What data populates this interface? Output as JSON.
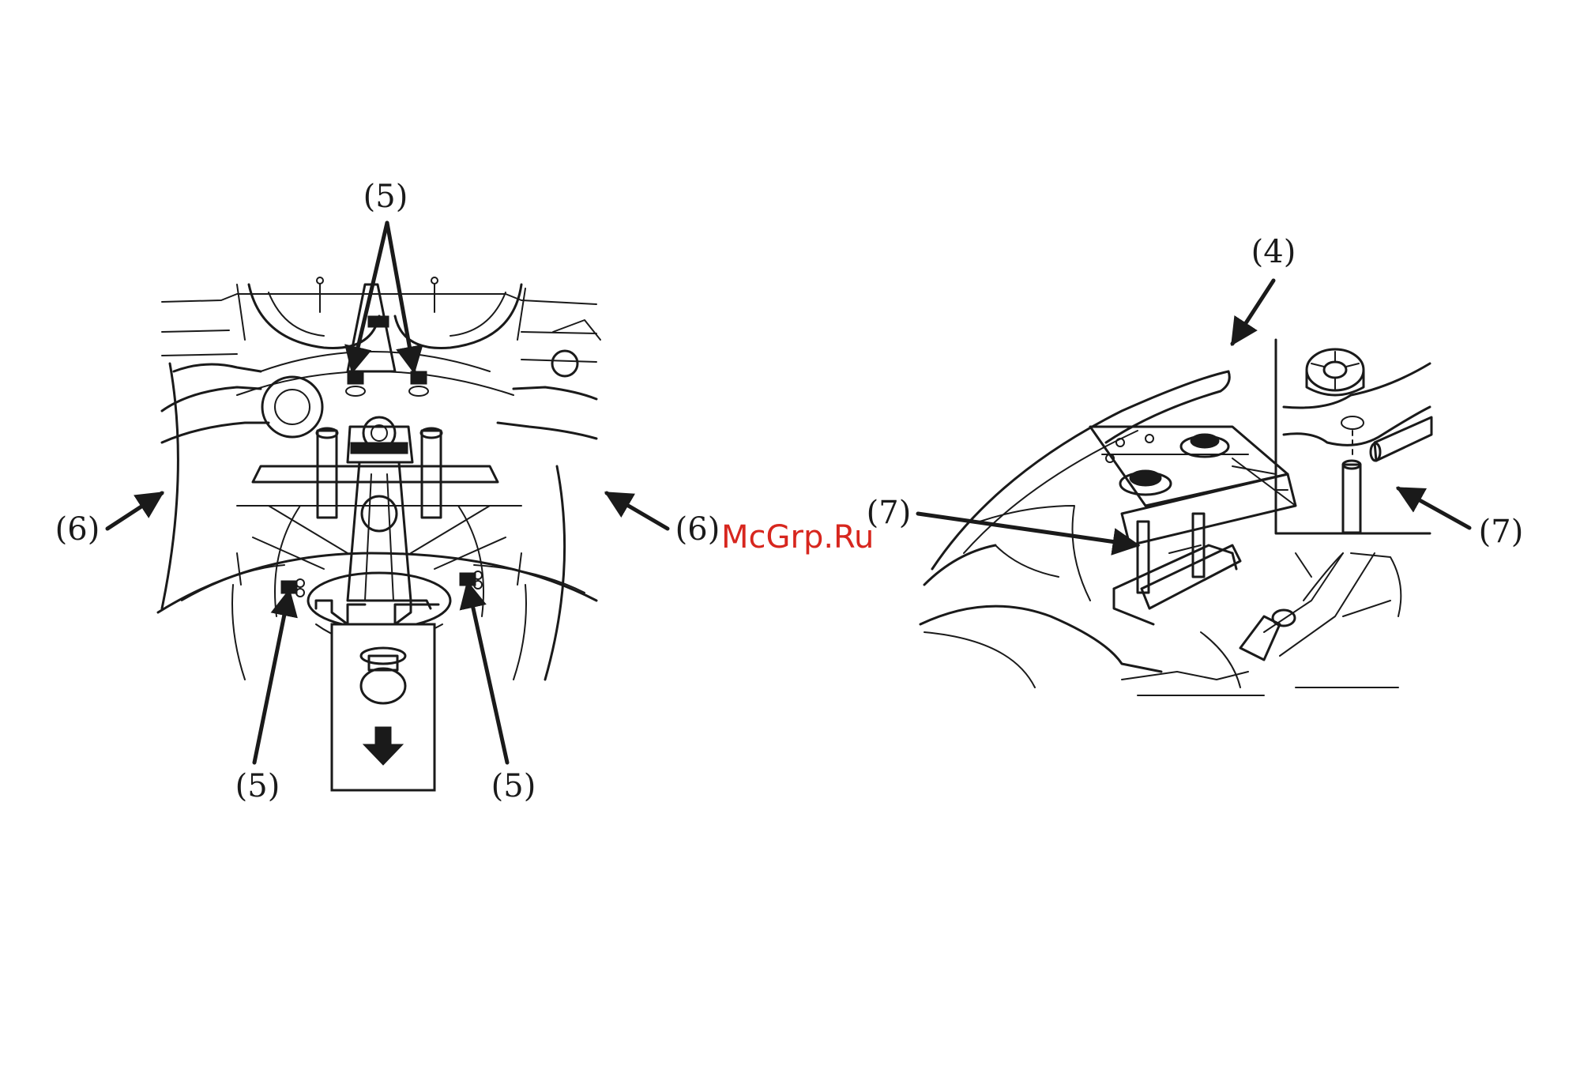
{
  "left_figure": {
    "labels": {
      "top_five": "(5)",
      "left_six": "(6)",
      "right_six": "(6)",
      "bottom_left_five": "(5)",
      "bottom_right_five": "(5)"
    }
  },
  "right_figure": {
    "labels": {
      "four": "(4)",
      "left_seven": "(7)",
      "right_seven": "(7)"
    }
  },
  "watermark": "McGrp.Ru",
  "colors": {
    "line": "#1a1a1a",
    "background": "#ffffff",
    "watermark": "#d7261e"
  }
}
